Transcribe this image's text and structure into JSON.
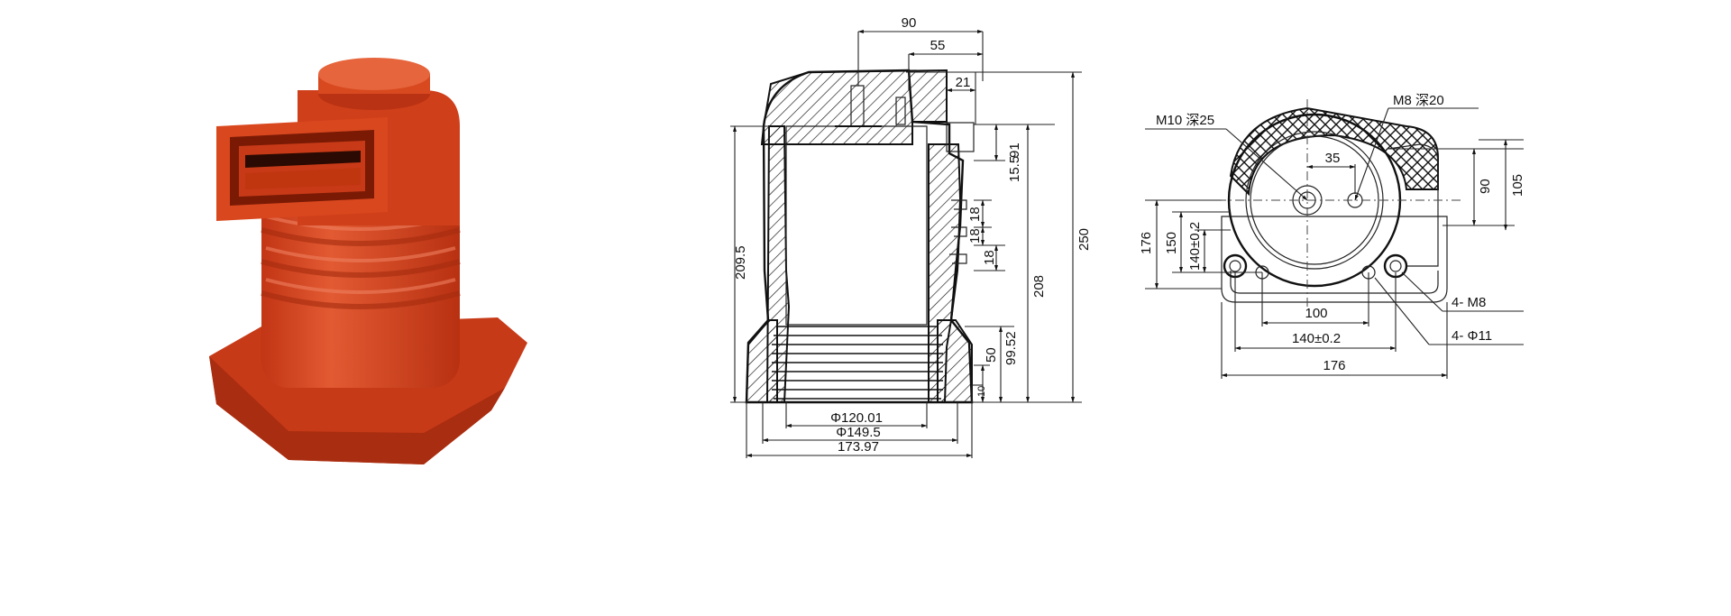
{
  "colors": {
    "product_body": "#d2401c",
    "product_shadow": "#a82d10",
    "product_highlight": "#e86a45",
    "line": "#111111",
    "background": "#ffffff"
  },
  "icons": [
    "arrow-head-icon",
    "hatch-pattern"
  ],
  "side_view": {
    "dims": {
      "top_90": "90",
      "top_55": "55",
      "top_21": "21",
      "v_15_5": "15.5",
      "v_91": "91",
      "v_18a": "18",
      "v_18b": "18",
      "v_18c": "18",
      "h_209_5": "209.5",
      "v_208": "208",
      "v_250": "250",
      "v_99_52": "99.52",
      "v_50": "50",
      "v_10": "10",
      "d_120": "Φ120.01",
      "d_149": "Φ149.5",
      "w_173": "173.97"
    }
  },
  "top_view": {
    "dims": {
      "m10": "M10 深25",
      "m8": "M8 深20",
      "v_35": "35",
      "v_90": "90",
      "v_105": "105",
      "v_176": "176",
      "v_150": "150",
      "v_140": "140±0.2",
      "h_100": "100",
      "h_140": "140±0.2",
      "h_176": "176",
      "holes_m8": "4- M8",
      "holes_phi": "4- Φ11"
    }
  }
}
